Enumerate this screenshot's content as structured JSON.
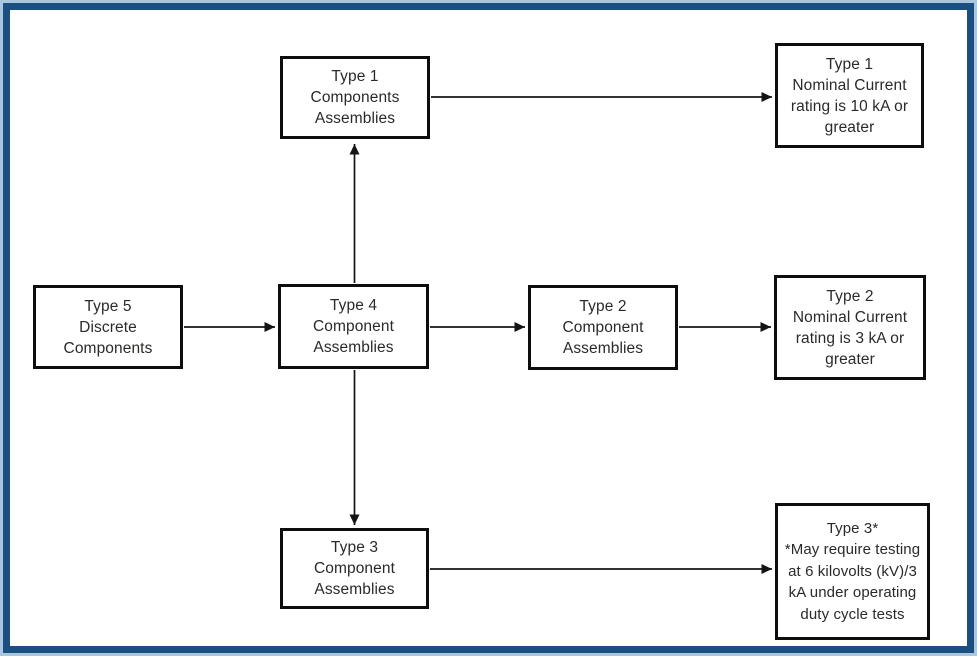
{
  "colors": {
    "frame_outer": "#aac7de",
    "frame_inner": "#1b4e81",
    "box_border": "#0d0d0d",
    "text": "#2b2a28",
    "arrow": "#141414",
    "background": "#ffffff"
  },
  "diagram": {
    "boxes": {
      "type1_assembly": {
        "lines": [
          "Type 1",
          "Components",
          "Assemblies"
        ]
      },
      "type1_result": {
        "lines": [
          "Type 1",
          "Nominal Current",
          "rating is 10 kA or",
          "greater"
        ]
      },
      "type5": {
        "lines": [
          "Type 5",
          "Discrete",
          "Components"
        ]
      },
      "type4": {
        "lines": [
          "Type 4",
          "Component",
          "Assemblies"
        ]
      },
      "type2_assembly": {
        "lines": [
          "Type 2",
          "Component",
          "Assemblies"
        ]
      },
      "type2_result": {
        "lines": [
          "Type 2",
          "Nominal Current",
          "rating is 3 kA or",
          "greater"
        ]
      },
      "type3_assembly": {
        "lines": [
          "Type 3",
          "Component",
          "Assemblies"
        ]
      },
      "type3_result": {
        "lines": [
          "Type 3*",
          "*May require testing",
          "at 6 kilovolts (kV)/3",
          "kA under operating",
          "duty cycle tests"
        ]
      }
    },
    "arrows": [
      {
        "from": "type5",
        "to": "type4"
      },
      {
        "from": "type4",
        "to": "type1_assembly"
      },
      {
        "from": "type4",
        "to": "type2_assembly"
      },
      {
        "from": "type4",
        "to": "type3_assembly"
      },
      {
        "from": "type1_assembly",
        "to": "type1_result"
      },
      {
        "from": "type2_assembly",
        "to": "type2_result"
      },
      {
        "from": "type3_assembly",
        "to": "type3_result"
      }
    ]
  }
}
